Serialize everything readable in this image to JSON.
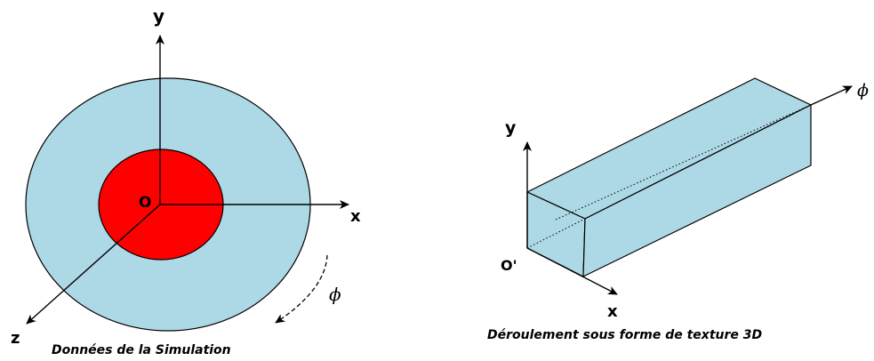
{
  "colors": {
    "disk_fill": "#add8e6",
    "core_fill": "#ff0000",
    "box_fill": "#add8e6",
    "stroke": "#000000"
  },
  "left_diagram": {
    "axis_y_label": "y",
    "axis_x_label": "x",
    "axis_z_label": "z",
    "origin_label": "O",
    "rotation_label": "ϕ",
    "caption": "Données de la Simulation"
  },
  "right_diagram": {
    "axis_y_label": "y",
    "axis_x_label": "x",
    "axis_phi_label": "ϕ",
    "origin_label": "O'",
    "caption": "Déroulement sous forme de texture 3D"
  }
}
